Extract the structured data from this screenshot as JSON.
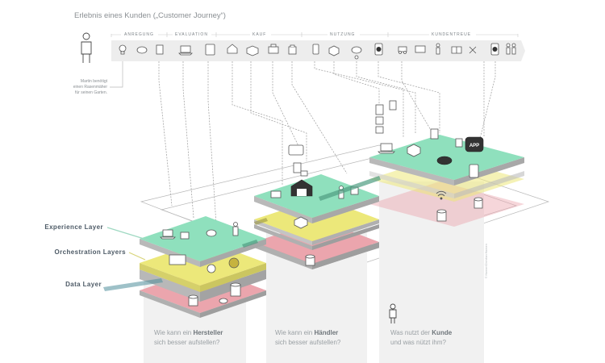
{
  "title": "Erlebnis eines Kunden („Customer Journey“)",
  "phases": [
    "ANREGUNG",
    "EVALUATION",
    "KAUF",
    "NUTZUNG",
    "KUNDENTREUE"
  ],
  "person_note": [
    "Martin benötigt",
    "einen Rasenmäher",
    "für seinen Garten."
  ],
  "layers": {
    "experience": "Experience Layer",
    "orchestration": "Orchestration Layers",
    "data": "Data Layer"
  },
  "questions": {
    "hersteller": {
      "pre": "Wie kann ein ",
      "bold": "Hersteller",
      "line2": "sich besser aufstellen?"
    },
    "haendler": {
      "pre": "Wie kann ein ",
      "bold": "Händler",
      "line2": "sich besser  aufstellen?"
    },
    "kunde": {
      "pre": "Was nutzt der ",
      "bold": "Kunde",
      "line2": "und was nützt ihm?"
    }
  },
  "app_badge": "APP",
  "copyright": "© Hanser/Christian Hansen",
  "colors": {
    "experience": "#8fe0bd",
    "orchestration": "#ece87a",
    "data": "#eba5ad",
    "panel": "#f1f1f1",
    "journey_bar": "#ededed",
    "layer_label": "#4d5a66"
  }
}
